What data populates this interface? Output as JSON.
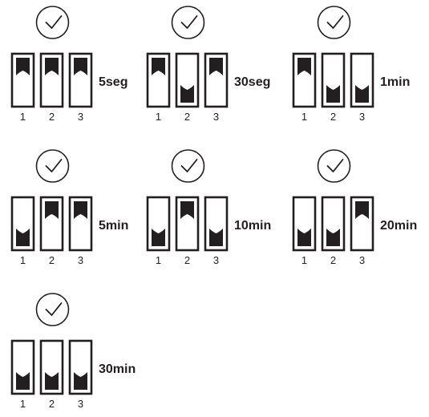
{
  "switch_numbers": [
    "1",
    "2",
    "3"
  ],
  "settings": [
    {
      "label": "5seg",
      "positions": [
        "up",
        "up",
        "up"
      ]
    },
    {
      "label": "30seg",
      "positions": [
        "up",
        "down",
        "up"
      ]
    },
    {
      "label": "1min",
      "positions": [
        "up",
        "down",
        "down"
      ]
    },
    {
      "label": "5min",
      "positions": [
        "down",
        "up",
        "up"
      ]
    },
    {
      "label": "10min",
      "positions": [
        "down",
        "up",
        "down"
      ]
    },
    {
      "label": "20min",
      "positions": [
        "down",
        "down",
        "up"
      ]
    },
    {
      "label": "30min",
      "positions": [
        "down",
        "down",
        "down"
      ]
    }
  ],
  "colors": {
    "ink": "#231f20",
    "background": "#ffffff"
  },
  "icon": "clock-icon"
}
